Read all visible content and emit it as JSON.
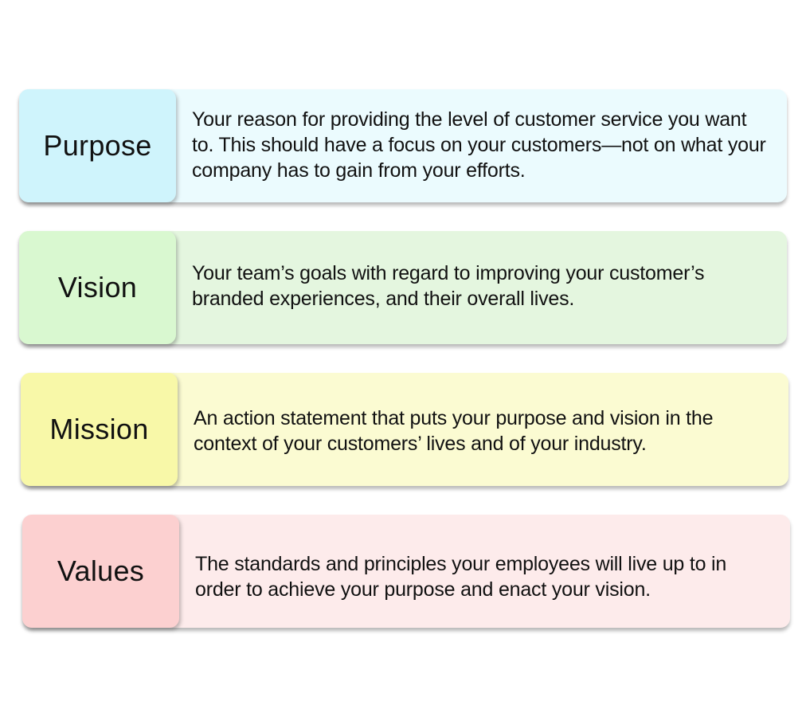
{
  "diagram": {
    "rows": [
      {
        "label": "Purpose",
        "description": "Your reason for providing the level of customer service you want to. This should have  a focus on your customers—not on what your company has to gain from your efforts.",
        "label_color": "#cff4fc",
        "card_color": "#ebfbfe"
      },
      {
        "label": "Vision",
        "description": "Your team’s goals with regard to improving your customer’s branded experiences, and their overall lives.",
        "label_color": "#d9f8d0",
        "card_color": "#e4f6df"
      },
      {
        "label": "Mission",
        "description": "An action statement that puts your purpose and vision in the context of your customers’ lives and of your industry.",
        "label_color": "#f8f8a8",
        "card_color": "#fbfbd2"
      },
      {
        "label": "Values",
        "description": "The standards and principles your employees will live up to in order to achieve your purpose and enact your vision.",
        "label_color": "#fcd0d0",
        "card_color": "#fdebeb"
      }
    ]
  }
}
